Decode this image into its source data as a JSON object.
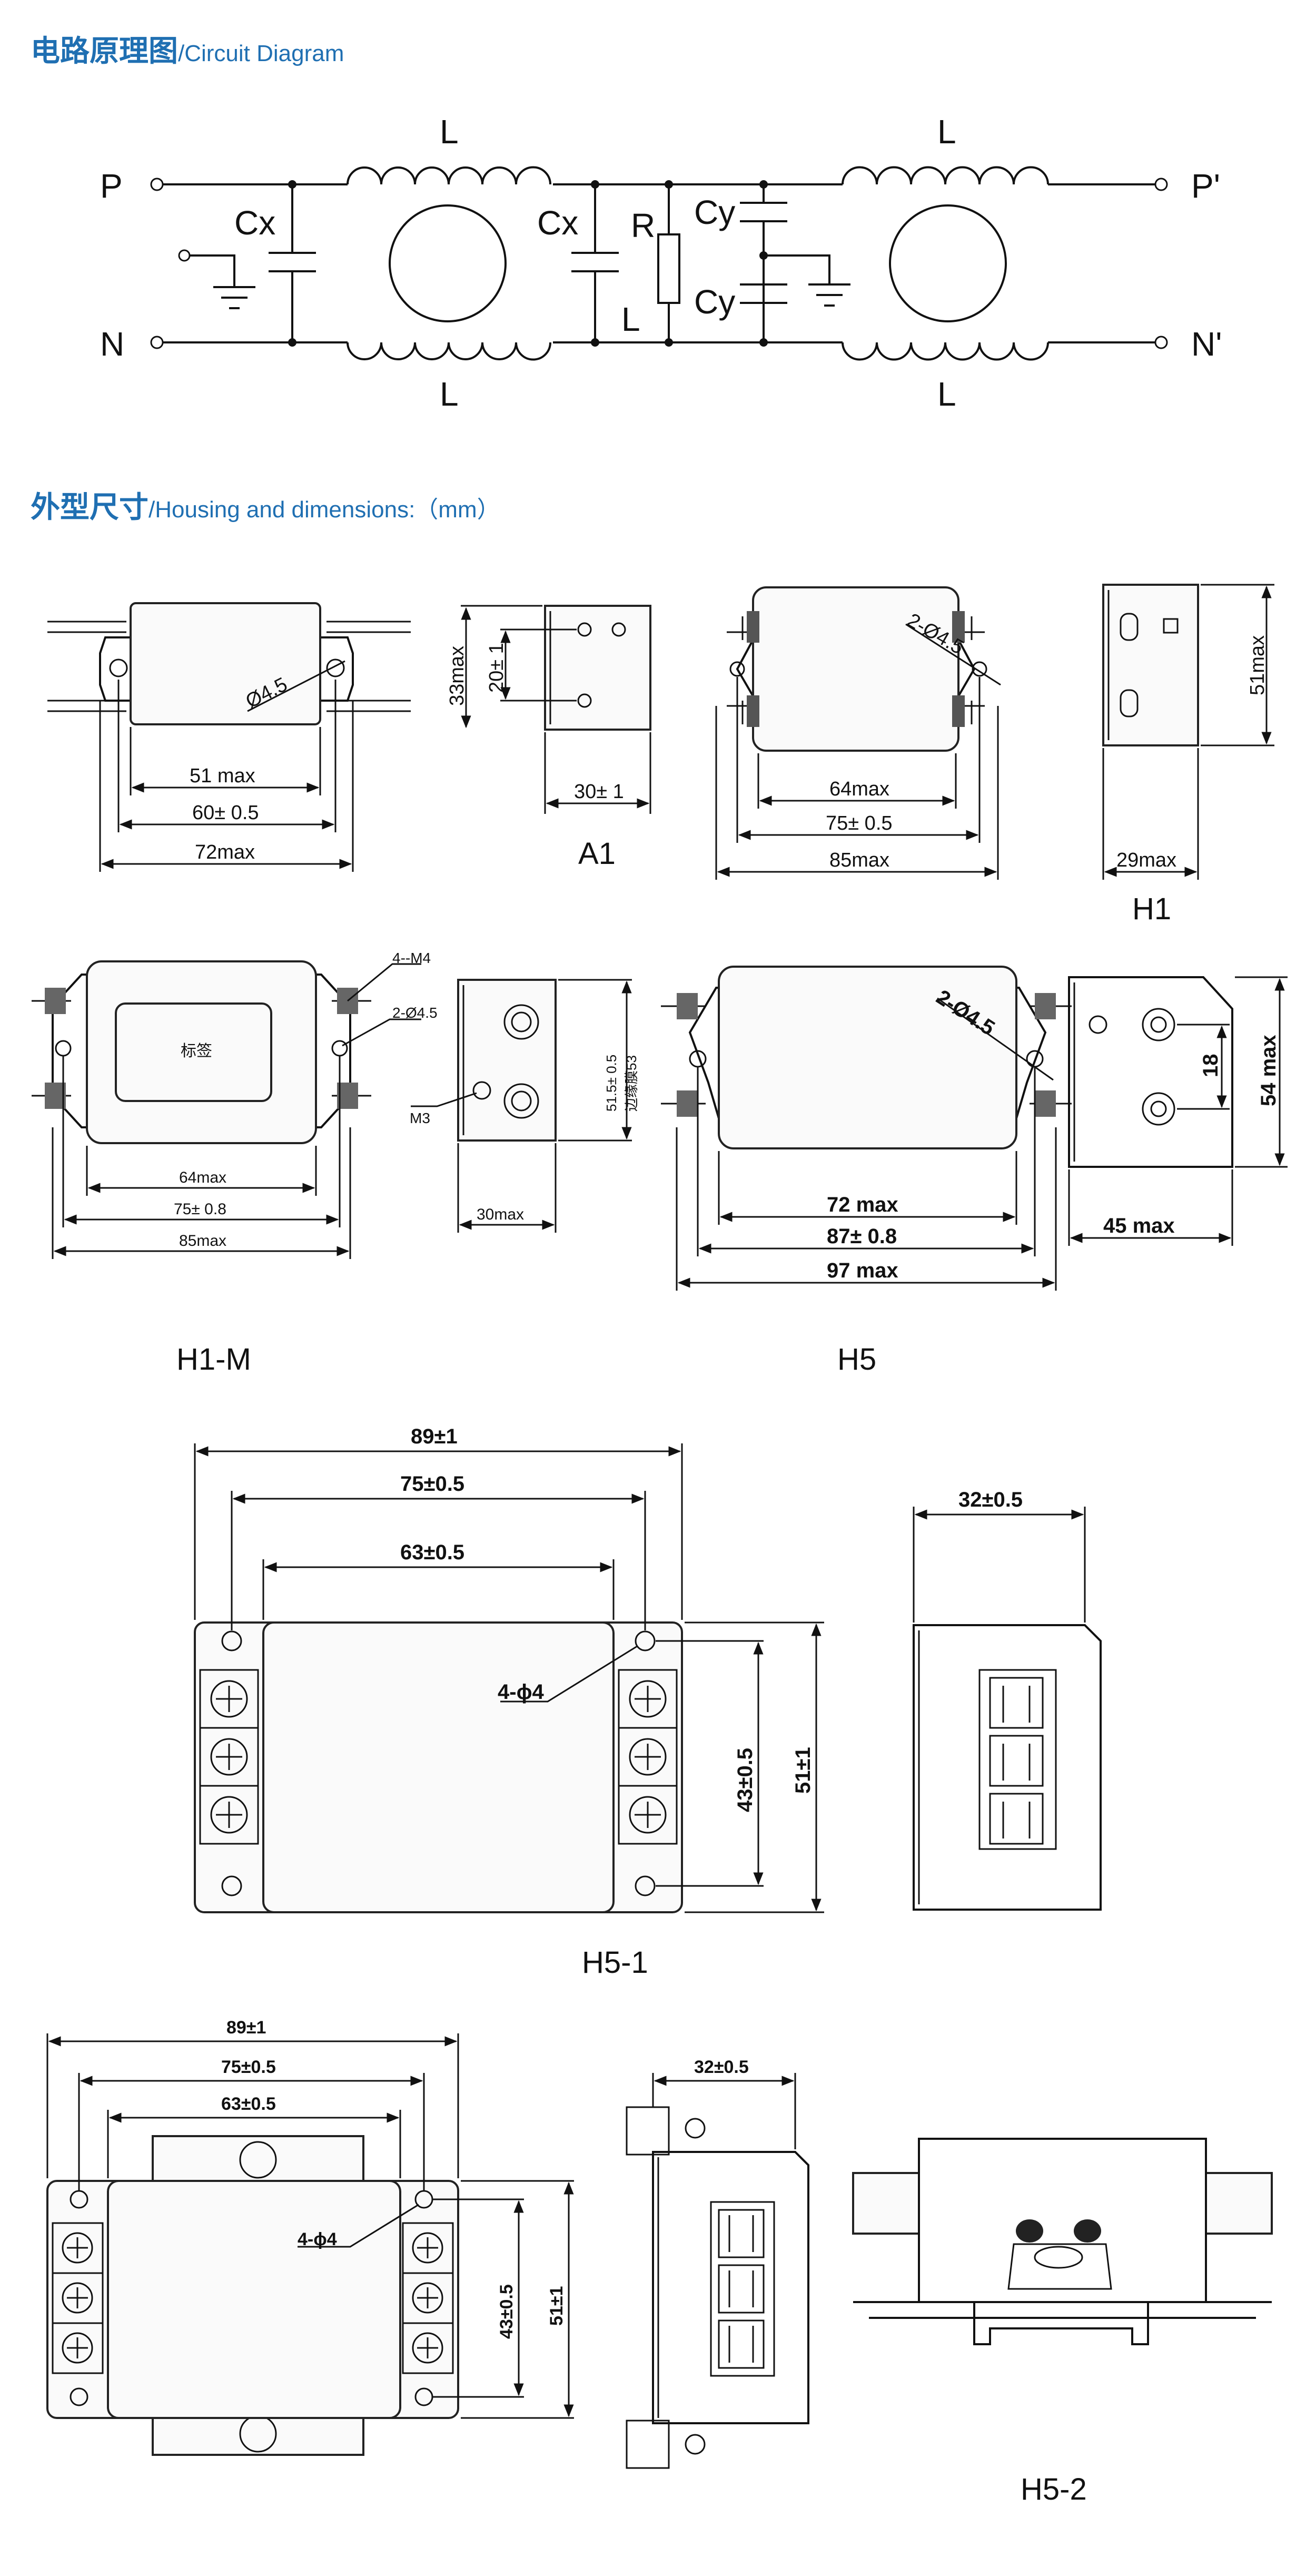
{
  "headings": {
    "circuit_zh": "电路原理图",
    "circuit_en": "/Circuit Diagram",
    "housing_zh": "外型尺寸",
    "housing_en": "/Housing and dimensions:（mm）"
  },
  "circuit": {
    "P": "P",
    "N": "N",
    "P_out": "P'",
    "N_out": "N'",
    "L": "L",
    "Cx": "Cx",
    "Cy": "Cy",
    "R": "R"
  },
  "models": {
    "main": {
      "d45": "Ø4.5",
      "w51": "51 max",
      "w60": "60± 0.5",
      "w72": "72max"
    },
    "A1": {
      "name": "A1",
      "h33": "33max",
      "h20": "20± 1",
      "w30": "30± 1"
    },
    "H5top": {
      "hole": "2-Ø4.5",
      "w64": "64max",
      "w75": "75± 0.5",
      "w85": "85max"
    },
    "H1": {
      "name": "H1",
      "h51": "51max",
      "w29": "29max"
    },
    "H1M": {
      "name": "H1-M",
      "screw": "4--M4",
      "hole": "2-Ø4.5",
      "label": "标签",
      "w64": "64max",
      "w75": "75± 0.8",
      "w85": "85max",
      "h51": "51.5± 0.5",
      "h53": "边缘膜53",
      "m3": "M3",
      "w30": "30max"
    },
    "H5": {
      "name": "H5",
      "hole": "2-Ø4.5",
      "w72": "72 max",
      "w87": "87± 0.8",
      "w97": "97 max",
      "h18": "18",
      "h54": "54 max",
      "w45": "45 max"
    },
    "H51": {
      "name": "H5-1",
      "w89": "89±1",
      "w75": "75±0.5",
      "w63": "63±0.5",
      "hole": "4-ϕ4",
      "h43": "43±0.5",
      "h51": "51±1",
      "w32": "32±0.5"
    },
    "H52": {
      "name": "H5-2",
      "w89": "89±1",
      "w75": "75±0.5",
      "w63": "63±0.5",
      "hole": "4-ϕ4",
      "h43": "43±0.5",
      "h51": "51±1",
      "w32": "32±0.5"
    }
  }
}
